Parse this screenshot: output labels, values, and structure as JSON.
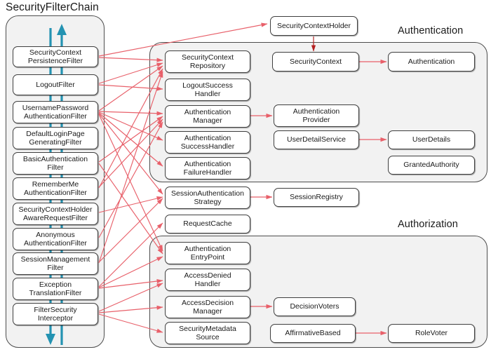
{
  "diagram": {
    "title": "SecurityFilterChain",
    "section_titles": {
      "authentication": "Authentication",
      "authorization": "Authorization"
    },
    "colors": {
      "flow_arrow": "#e8606a",
      "holder_arrow": "#b42020",
      "chain_arrow": "#2493b2",
      "group_fill": "#f2f2f2",
      "group_border": "#4d4d4d",
      "node_fill": "#ffffff",
      "node_border": "#3f3f3f",
      "text": "#1a1a1a"
    },
    "filter_chain": {
      "label": "SecurityFilterChain",
      "filters": [
        {
          "id": "security-context-persistence-filter",
          "label": "SecurityContext\nPersistenceFilter"
        },
        {
          "id": "logout-filter",
          "label": "LogoutFilter"
        },
        {
          "id": "username-password-authentication-filter",
          "label": "UsernamePassword\nAuthenticationFilter"
        },
        {
          "id": "default-login-page-generating-filter",
          "label": "DefaultLoginPage\nGeneratingFilter"
        },
        {
          "id": "basic-authentication-filter",
          "label": "BasicAuthentication\nFilter"
        },
        {
          "id": "remember-me-authentication-filter",
          "label": "RememberMe\nAuthenticationFilter"
        },
        {
          "id": "security-context-holder-aware-request-filter",
          "label": "SecurityContextHolder\nAwareRequestFilter"
        },
        {
          "id": "anonymous-authentication-filter",
          "label": "Anonymous\nAuthenticationFilter"
        },
        {
          "id": "session-management-filter",
          "label": "SessionManagement\nFilter"
        },
        {
          "id": "exception-translation-filter",
          "label": "Exception\nTranslationFilter"
        },
        {
          "id": "filter-security-interceptor",
          "label": "FilterSecurity\nInterceptor"
        }
      ]
    },
    "top_level": [
      {
        "id": "security-context-holder",
        "label": "SecurityContextHolder"
      }
    ],
    "authentication_group": {
      "title": "Authentication",
      "nodes": [
        {
          "id": "security-context-repository",
          "label": "SecurityContext\nRepository"
        },
        {
          "id": "logout-success-handler",
          "label": "LogoutSuccess\nHandler"
        },
        {
          "id": "authentication-manager",
          "label": "Authentication\nManager"
        },
        {
          "id": "authentication-success-handler",
          "label": "Authentication\nSuccessHandler"
        },
        {
          "id": "authentication-failure-handler",
          "label": "Authentication\nFailureHandler"
        },
        {
          "id": "security-context",
          "label": "SecurityContext"
        },
        {
          "id": "authentication",
          "label": "Authentication"
        },
        {
          "id": "authentication-provider",
          "label": "Authentication\nProvider"
        },
        {
          "id": "user-detail-service",
          "label": "UserDetailService"
        },
        {
          "id": "user-details",
          "label": "UserDetails"
        },
        {
          "id": "granted-authority",
          "label": "GrantedAuthority"
        }
      ]
    },
    "middle_standalone": [
      {
        "id": "session-authentication-strategy",
        "label": "SessionAuthentication\nStrategy"
      },
      {
        "id": "request-cache",
        "label": "RequestCache"
      },
      {
        "id": "session-registry",
        "label": "SessionRegistry"
      }
    ],
    "authorization_group": {
      "title": "Authorization",
      "nodes": [
        {
          "id": "authentication-entry-point",
          "label": "Authentication\nEntryPoint"
        },
        {
          "id": "access-denied-handler",
          "label": "AccessDenied\nHandler"
        },
        {
          "id": "access-decision-manager",
          "label": "AccessDecision\nManager"
        },
        {
          "id": "security-metadata-source",
          "label": "SecurityMetadata\nSource"
        },
        {
          "id": "decision-voters",
          "label": "DecisionVoters"
        },
        {
          "id": "affirmative-based",
          "label": "AffirmativeBased"
        },
        {
          "id": "role-voter",
          "label": "RoleVoter"
        }
      ]
    }
  }
}
